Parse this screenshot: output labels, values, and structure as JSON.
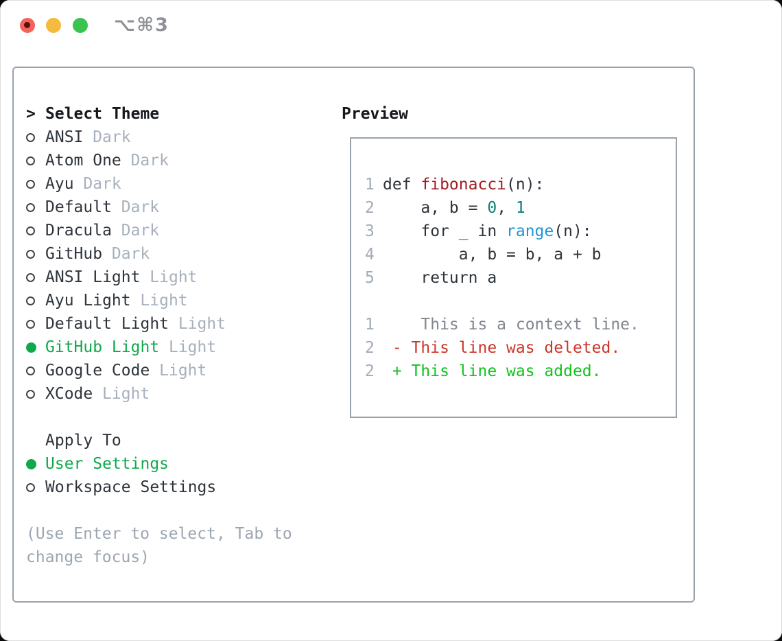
{
  "window": {
    "title": "⌥⌘3",
    "traffic_lights": [
      {
        "name": "close"
      },
      {
        "name": "minimize"
      },
      {
        "name": "zoom"
      }
    ]
  },
  "theme_panel": {
    "header": {
      "cursor": ">",
      "label": "Select Theme"
    },
    "themes": [
      {
        "name": "ANSI",
        "variant": "Dark",
        "selected": false
      },
      {
        "name": "Atom One",
        "variant": "Dark",
        "selected": false
      },
      {
        "name": "Ayu",
        "variant": "Dark",
        "selected": false
      },
      {
        "name": "Default",
        "variant": "Dark",
        "selected": false
      },
      {
        "name": "Dracula",
        "variant": "Dark",
        "selected": false
      },
      {
        "name": "GitHub",
        "variant": "Dark",
        "selected": false
      },
      {
        "name": "ANSI Light",
        "variant": "Light",
        "selected": false
      },
      {
        "name": "Ayu Light",
        "variant": "Light",
        "selected": false
      },
      {
        "name": "Default Light",
        "variant": "Light",
        "selected": false
      },
      {
        "name": "GitHub Light",
        "variant": "Light",
        "selected": true
      },
      {
        "name": "Google Code",
        "variant": "Light",
        "selected": false
      },
      {
        "name": "XCode",
        "variant": "Light",
        "selected": false
      }
    ],
    "apply_to": {
      "label": "Apply To",
      "options": [
        {
          "name": "User Settings",
          "selected": true
        },
        {
          "name": "Workspace Settings",
          "selected": false
        }
      ]
    },
    "hint_lines": [
      "(Use Enter to select, Tab to",
      "change focus)"
    ]
  },
  "preview": {
    "title": "Preview",
    "lines": [
      {
        "num": "1",
        "segments": [
          {
            "text": "def ",
            "color": "fg"
          },
          {
            "text": "fibonacci",
            "color": "func"
          },
          {
            "text": "(n):",
            "color": "fg"
          }
        ]
      },
      {
        "num": "2",
        "segments": [
          {
            "text": "    a, b = ",
            "color": "fg"
          },
          {
            "text": "0",
            "color": "num"
          },
          {
            "text": ", ",
            "color": "fg"
          },
          {
            "text": "1",
            "color": "num"
          }
        ]
      },
      {
        "num": "3",
        "segments": [
          {
            "text": "    for _ in ",
            "color": "fg"
          },
          {
            "text": "range",
            "color": "builtin"
          },
          {
            "text": "(n):",
            "color": "fg"
          }
        ]
      },
      {
        "num": "4",
        "segments": [
          {
            "text": "        a, b = b, a + b",
            "color": "fg"
          }
        ]
      },
      {
        "num": "5",
        "segments": [
          {
            "text": "    return a",
            "color": "fg"
          }
        ]
      },
      {
        "num": "",
        "segments": []
      },
      {
        "num": "1",
        "segments": [
          {
            "text": "    This is a context line.",
            "color": "context"
          }
        ]
      },
      {
        "num": "2",
        "segments": [
          {
            "text": " - This line was deleted.",
            "color": "del"
          }
        ]
      },
      {
        "num": "2",
        "segments": [
          {
            "text": " + This line was added.",
            "color": "add"
          }
        ]
      }
    ]
  },
  "colors": {
    "foreground": "#2e343b",
    "muted": "#a7b0bc",
    "hint": "#9ba6b2",
    "border": "#99a1ab",
    "title_gray": "#8f9296",
    "line_number": "#a2abb8",
    "context_gray": "#80878f",
    "selection_green": "#0fa94b",
    "added_green": "#12c21c",
    "deleted_red": "#ce3629",
    "function_red": "#a31d23",
    "number_teal": "#0e8274",
    "builtin_blue": "#2095d2",
    "traffic_red": "#f3635b",
    "traffic_yellow": "#f4bb40",
    "traffic_green": "#3ac44f"
  }
}
